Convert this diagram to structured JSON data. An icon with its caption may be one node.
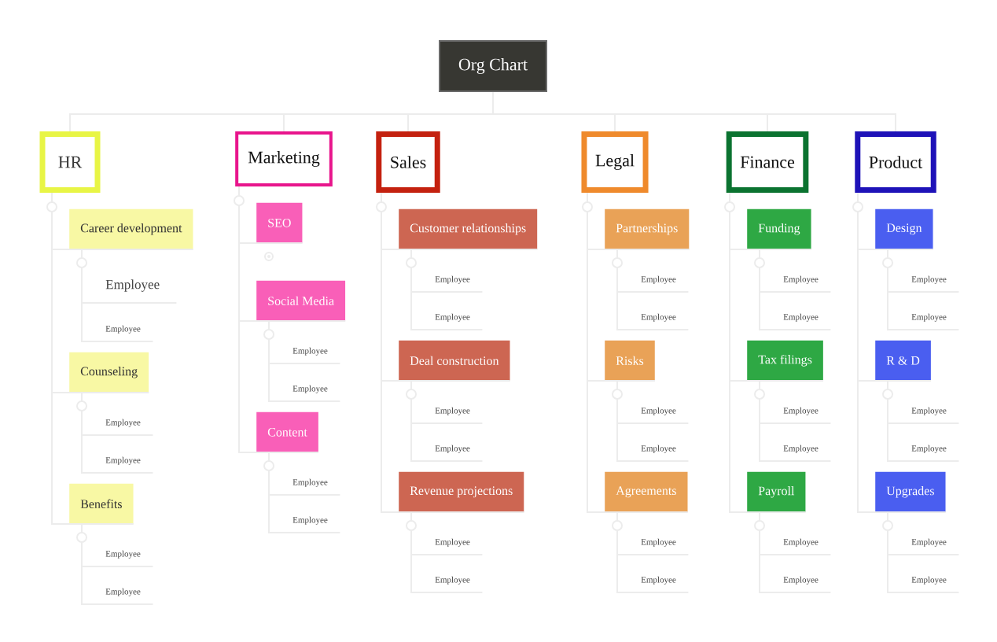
{
  "diagram": {
    "nodes": [
      {
        "text": [
          "Org Chart"
        ]
      },
      {
        "text": [
          "HR"
        ]
      },
      {
        "text": [
          "Career development"
        ]
      },
      {
        "text": [
          "Employee"
        ]
      },
      {
        "text": [
          "Employee"
        ]
      },
      {
        "text": [
          "Counseling"
        ]
      },
      {
        "text": [
          "Employee"
        ]
      },
      {
        "text": [
          "Employee"
        ]
      },
      {
        "text": [
          "Benefits"
        ]
      },
      {
        "text": [
          "Employee"
        ]
      },
      {
        "text": [
          "Employee"
        ]
      },
      {
        "text": [
          "Marketing"
        ]
      },
      {
        "text": [
          "SEO"
        ]
      },
      {
        "text": [
          "Social Media"
        ]
      },
      {
        "text": [
          "Employee"
        ]
      },
      {
        "text": [
          "Employee"
        ]
      },
      {
        "text": [
          "Content"
        ]
      },
      {
        "text": [
          "Employee"
        ]
      },
      {
        "text": [
          "Employee"
        ]
      },
      {
        "text": [
          "Sales"
        ]
      },
      {
        "text": [
          "Customer relationships"
        ]
      },
      {
        "text": [
          "Employee"
        ]
      },
      {
        "text": [
          "Employee"
        ]
      },
      {
        "text": [
          "Deal construction"
        ]
      },
      {
        "text": [
          "Employee"
        ]
      },
      {
        "text": [
          "Employee"
        ]
      },
      {
        "text": [
          "Revenue projections"
        ]
      },
      {
        "text": [
          "Employee"
        ]
      },
      {
        "text": [
          "Employee"
        ]
      },
      {
        "text": [
          "Legal"
        ]
      },
      {
        "text": [
          "Partnerships"
        ]
      },
      {
        "text": [
          "Employee"
        ]
      },
      {
        "text": [
          "Employee"
        ]
      },
      {
        "text": [
          "Risks"
        ]
      },
      {
        "text": [
          "Employee"
        ]
      },
      {
        "text": [
          "Employee"
        ]
      },
      {
        "text": [
          "Agreements"
        ]
      },
      {
        "text": [
          "Employee"
        ]
      },
      {
        "text": [
          "Employee"
        ]
      },
      {
        "text": [
          "Finance"
        ]
      },
      {
        "text": [
          "Funding"
        ]
      },
      {
        "text": [
          "Employee"
        ]
      },
      {
        "text": [
          "Employee"
        ]
      },
      {
        "text": [
          "Tax filings"
        ]
      },
      {
        "text": [
          "Employee"
        ]
      },
      {
        "text": [
          "Employee"
        ]
      },
      {
        "text": [
          "Payroll"
        ]
      },
      {
        "text": [
          "Employee"
        ]
      },
      {
        "text": [
          "Employee"
        ]
      },
      {
        "text": [
          "Product"
        ]
      },
      {
        "text": [
          "Design"
        ]
      },
      {
        "text": [
          "Employee"
        ]
      },
      {
        "text": [
          "Employee"
        ]
      },
      {
        "text": [
          "R & D"
        ]
      },
      {
        "text": [
          "Employee"
        ]
      },
      {
        "text": [
          "Employee"
        ]
      },
      {
        "text": [
          "Upgrades"
        ]
      },
      {
        "text": [
          "Employee"
        ]
      },
      {
        "text": [
          "Employee"
        ]
      }
    ],
    "edges": [
      {
        "from": 0,
        "to": 1,
        "arrow": "none"
      },
      {
        "from": 0,
        "to": 11,
        "arrow": "none"
      },
      {
        "from": 0,
        "to": 19,
        "arrow": "none"
      },
      {
        "from": 0,
        "to": 29,
        "arrow": "none"
      },
      {
        "from": 0,
        "to": 39,
        "arrow": "none"
      },
      {
        "from": 0,
        "to": 49,
        "arrow": "none"
      },
      {
        "from": 1,
        "to": 2,
        "arrow": "none"
      },
      {
        "from": 1,
        "to": 5,
        "arrow": "none"
      },
      {
        "from": 1,
        "to": 8,
        "arrow": "none"
      },
      {
        "from": 2,
        "to": 3,
        "arrow": "none"
      },
      {
        "from": 2,
        "to": 4,
        "arrow": "none"
      },
      {
        "from": 5,
        "to": 6,
        "arrow": "none"
      },
      {
        "from": 5,
        "to": 7,
        "arrow": "none"
      },
      {
        "from": 8,
        "to": 9,
        "arrow": "none"
      },
      {
        "from": 8,
        "to": 10,
        "arrow": "none"
      },
      {
        "from": 11,
        "to": 12,
        "arrow": "none"
      },
      {
        "from": 11,
        "to": 13,
        "arrow": "none"
      },
      {
        "from": 11,
        "to": 16,
        "arrow": "none"
      },
      {
        "from": 13,
        "to": 14,
        "arrow": "none"
      },
      {
        "from": 13,
        "to": 15,
        "arrow": "none"
      },
      {
        "from": 16,
        "to": 17,
        "arrow": "none"
      },
      {
        "from": 16,
        "to": 18,
        "arrow": "none"
      },
      {
        "from": 19,
        "to": 20,
        "arrow": "none"
      },
      {
        "from": 19,
        "to": 23,
        "arrow": "none"
      },
      {
        "from": 19,
        "to": 26,
        "arrow": "none"
      },
      {
        "from": 20,
        "to": 21,
        "arrow": "none"
      },
      {
        "from": 20,
        "to": 22,
        "arrow": "none"
      },
      {
        "from": 23,
        "to": 24,
        "arrow": "none"
      },
      {
        "from": 23,
        "to": 25,
        "arrow": "none"
      },
      {
        "from": 26,
        "to": 27,
        "arrow": "none"
      },
      {
        "from": 26,
        "to": 28,
        "arrow": "none"
      },
      {
        "from": 29,
        "to": 30,
        "arrow": "none"
      },
      {
        "from": 29,
        "to": 33,
        "arrow": "none"
      },
      {
        "from": 29,
        "to": 36,
        "arrow": "none"
      },
      {
        "from": 30,
        "to": 31,
        "arrow": "none"
      },
      {
        "from": 30,
        "to": 32,
        "arrow": "none"
      },
      {
        "from": 33,
        "to": 34,
        "arrow": "none"
      },
      {
        "from": 33,
        "to": 35,
        "arrow": "none"
      },
      {
        "from": 36,
        "to": 37,
        "arrow": "none"
      },
      {
        "from": 36,
        "to": 38,
        "arrow": "none"
      },
      {
        "from": 39,
        "to": 40,
        "arrow": "none"
      },
      {
        "from": 39,
        "to": 43,
        "arrow": "none"
      },
      {
        "from": 39,
        "to": 46,
        "arrow": "none"
      },
      {
        "from": 40,
        "to": 41,
        "arrow": "none"
      },
      {
        "from": 40,
        "to": 42,
        "arrow": "none"
      },
      {
        "from": 43,
        "to": 44,
        "arrow": "none"
      },
      {
        "from": 43,
        "to": 45,
        "arrow": "none"
      },
      {
        "from": 46,
        "to": 47,
        "arrow": "none"
      },
      {
        "from": 46,
        "to": 48,
        "arrow": "none"
      },
      {
        "from": 49,
        "to": 50,
        "arrow": "none"
      },
      {
        "from": 49,
        "to": 53,
        "arrow": "none"
      },
      {
        "from": 49,
        "to": 56,
        "arrow": "none"
      },
      {
        "from": 50,
        "to": 51,
        "arrow": "none"
      },
      {
        "from": 50,
        "to": 52,
        "arrow": "none"
      },
      {
        "from": 53,
        "to": 54,
        "arrow": "none"
      },
      {
        "from": 53,
        "to": 55,
        "arrow": "none"
      },
      {
        "from": 56,
        "to": 57,
        "arrow": "none"
      },
      {
        "from": 56,
        "to": 58,
        "arrow": "none"
      }
    ]
  }
}
